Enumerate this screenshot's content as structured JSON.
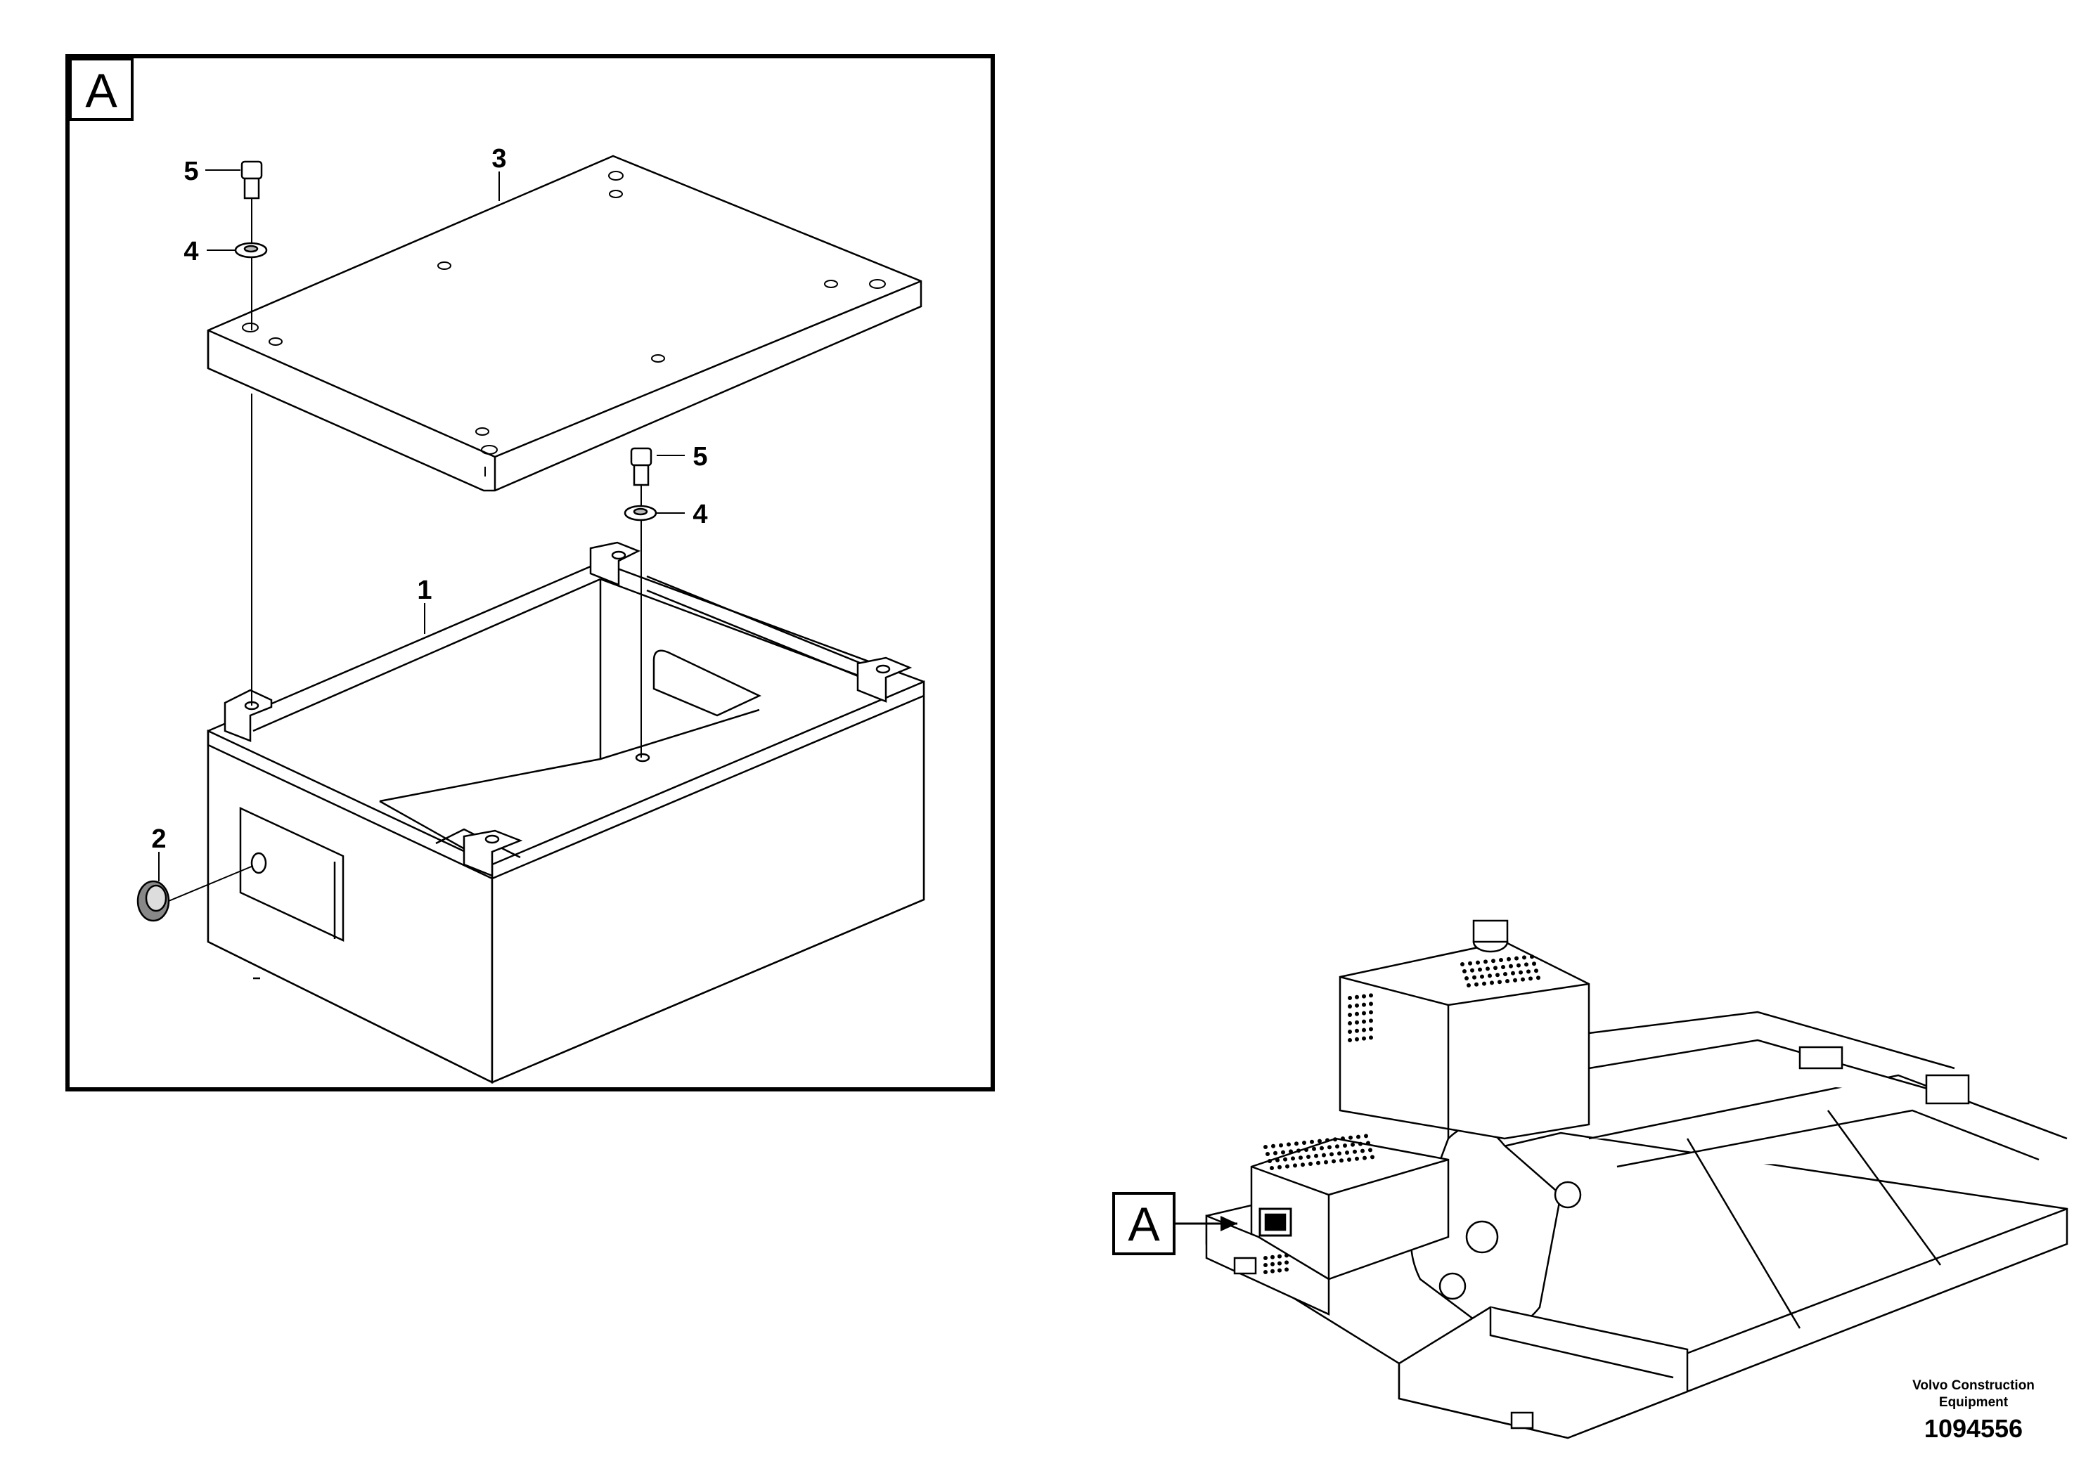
{
  "detail_view": {
    "label": "A"
  },
  "callouts": {
    "item_1": "1",
    "item_2": "2",
    "item_3": "3",
    "item_4a": "4",
    "item_4b": "4",
    "item_5a": "5",
    "item_5b": "5"
  },
  "locator_view": {
    "label": "A"
  },
  "caption": {
    "company": "Volvo Construction Equipment",
    "part_number": "1094556"
  }
}
